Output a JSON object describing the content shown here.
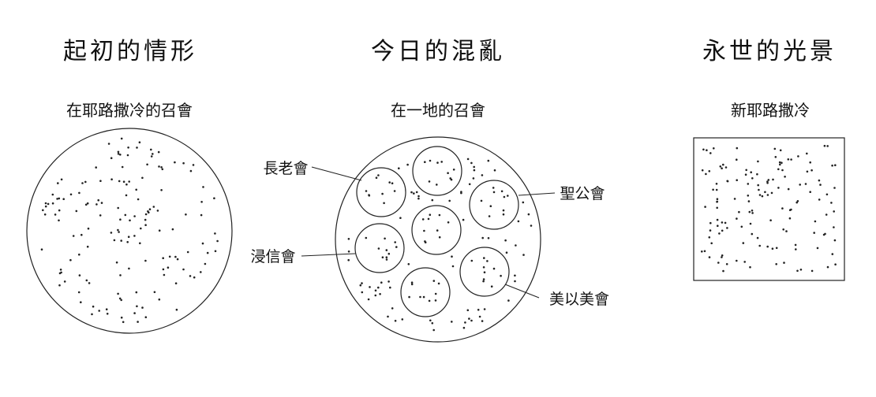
{
  "panels": [
    {
      "title": "起初的情形",
      "subtitle": "在耶路撒冷的召會"
    },
    {
      "title": "今日的混亂",
      "subtitle": "在一地的召會"
    },
    {
      "title": "永世的光景",
      "subtitle": "新耶路撒冷"
    }
  ],
  "labels": {
    "presbyterian": "長老會",
    "baptist": "浸信會",
    "anglican": "聖公會",
    "methodist": "美以美會"
  }
}
